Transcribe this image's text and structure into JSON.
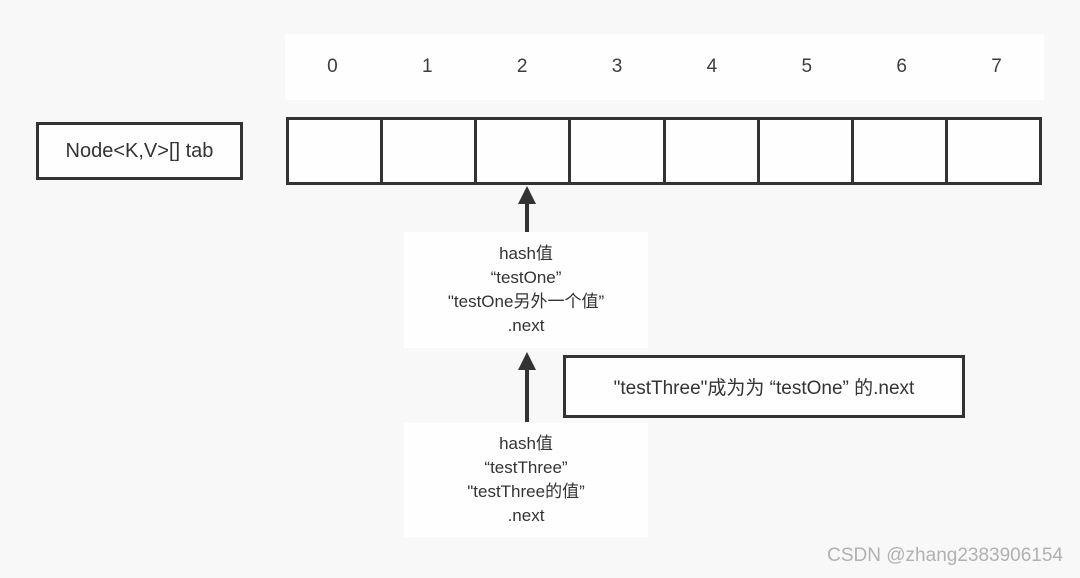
{
  "diagram": {
    "array_label": "Node<K,V>[] tab",
    "indices": [
      "0",
      "1",
      "2",
      "3",
      "4",
      "5",
      "6",
      "7"
    ],
    "bucket_count": 8,
    "arrow_target_index": "2",
    "node_one": {
      "lines": [
        "hash值",
        "“testOne”",
        "\"testOne另外一个值”",
        ".next"
      ]
    },
    "node_three": {
      "lines": [
        "hash值",
        "“testThree”",
        "\"testThree的值”",
        ".next"
      ]
    },
    "annotation": "\"testThree\"成为为 “testOne” 的.next"
  },
  "watermark": "CSDN @zhang2383906154",
  "colors": {
    "background": "#f8f8f8",
    "surface": "#fefefe",
    "line": "#333333",
    "text": "#333333",
    "watermark": "#b1b1b1"
  }
}
